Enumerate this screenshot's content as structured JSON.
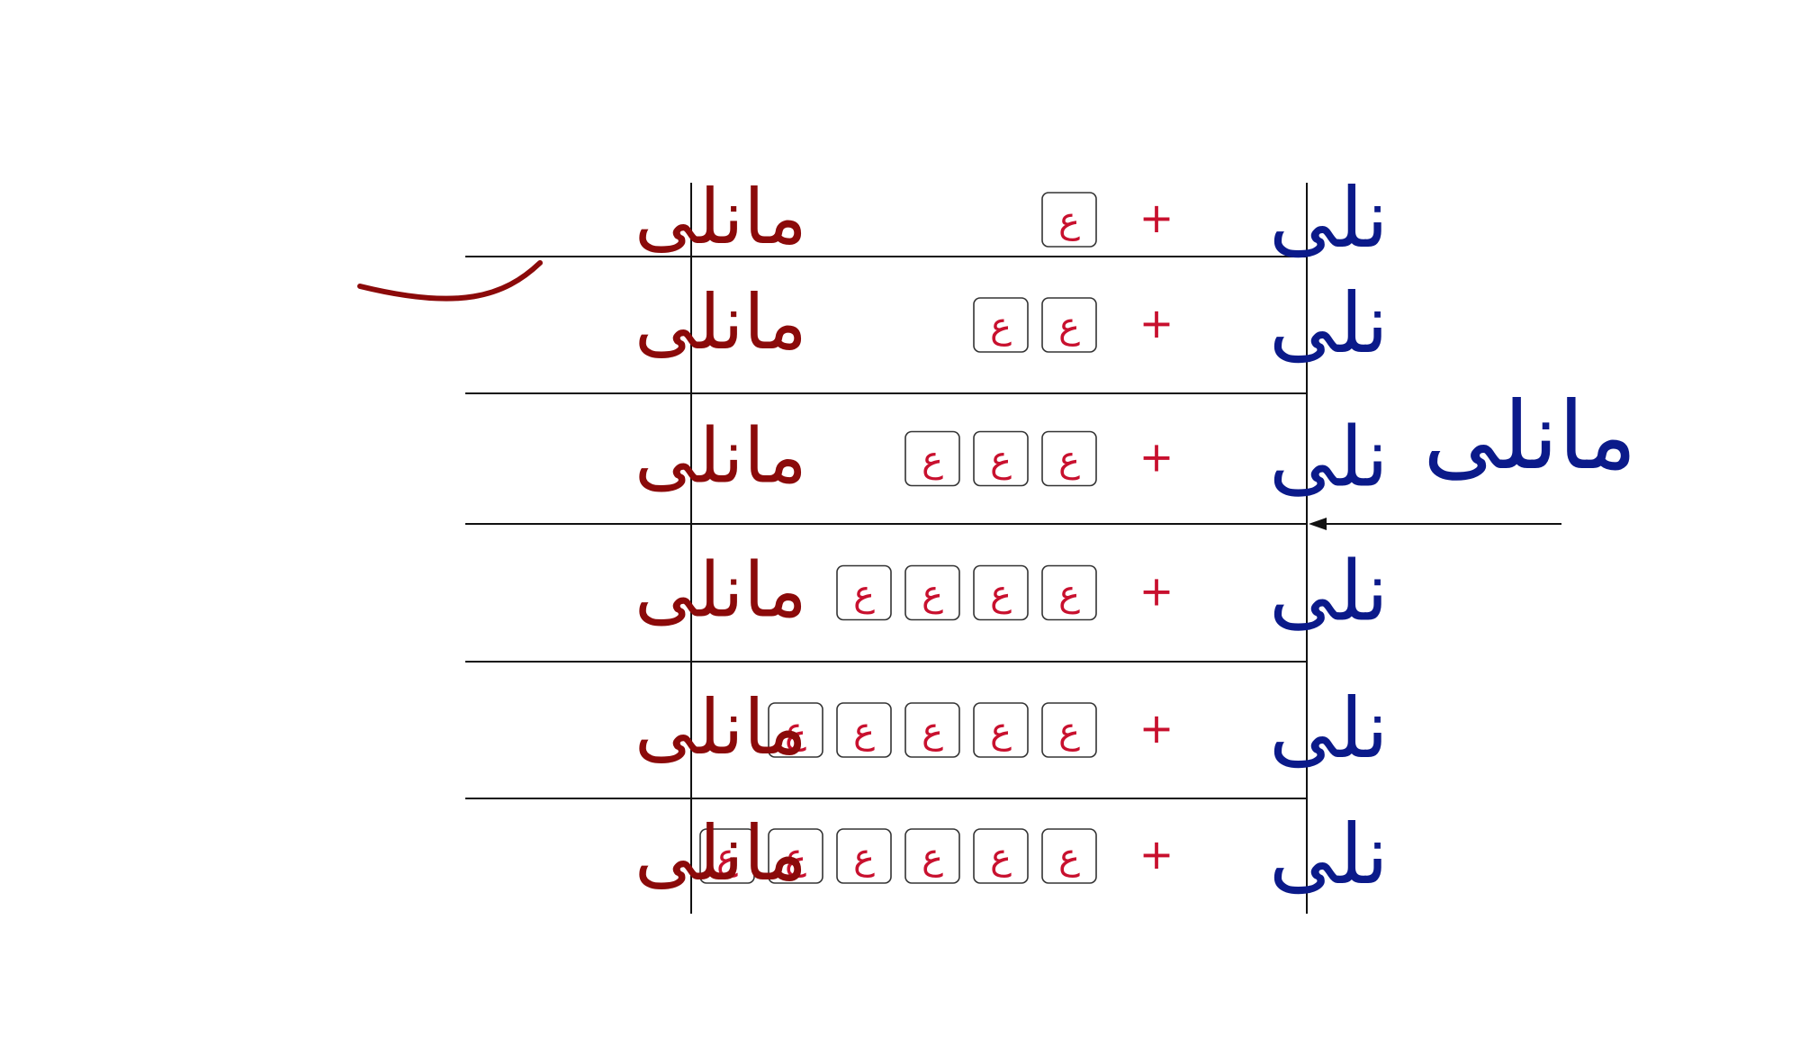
{
  "diagram": {
    "composed_word": "مانلی",
    "rows": [
      {
        "base": "نلی",
        "plus": "+",
        "char": "ع",
        "char_count": 1,
        "result": "مانلی"
      },
      {
        "base": "نلی",
        "plus": "+",
        "char": "ع",
        "char_count": 2,
        "result": "مانلی"
      },
      {
        "base": "نلی",
        "plus": "+",
        "char": "ع",
        "char_count": 3,
        "result": "مانلی"
      },
      {
        "base": "نلی",
        "plus": "+",
        "char": "ع",
        "char_count": 4,
        "result": "مانلی"
      },
      {
        "base": "نلی",
        "plus": "+",
        "char": "ع",
        "char_count": 5,
        "result": "مانلی"
      },
      {
        "base": "نلی",
        "plus": "+",
        "char": "ع",
        "char_count": 6,
        "result": "مانلی"
      }
    ],
    "colors": {
      "base": "#0b1a8a",
      "result": "#8b0a0a",
      "plus": "#c8102e",
      "char": "#c8102e",
      "lines": "#111111"
    }
  }
}
